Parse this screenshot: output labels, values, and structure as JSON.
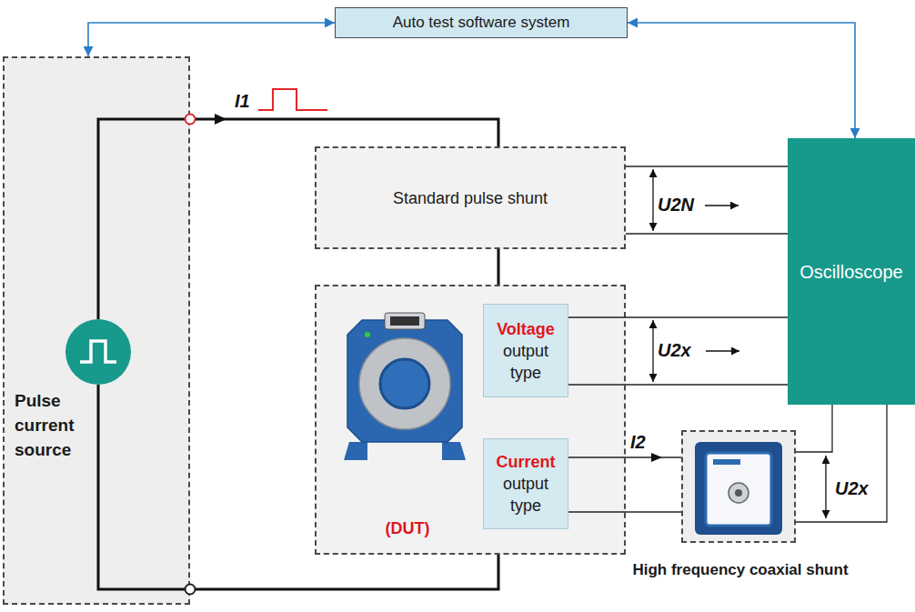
{
  "diagram": {
    "nodes": [
      {
        "text": [
          "Auto test software system"
        ]
      },
      {
        "text": [
          "Pulse current source"
        ]
      },
      {
        "text": [
          "Standard pulse shunt"
        ]
      },
      {
        "text": [
          "(DUT)"
        ]
      },
      {
        "text": [
          "Voltage",
          "output type"
        ],
        "in": 3
      },
      {
        "text": [
          "Current",
          "output type"
        ],
        "in": 3
      },
      {
        "text": [
          "Oscilloscope"
        ]
      },
      {
        "text": [
          "High frequency coaxial shunt"
        ]
      }
    ],
    "edges": [
      {
        "from": 0,
        "to": 1,
        "arrow": "both"
      },
      {
        "from": 0,
        "to": 6,
        "arrow": "both"
      },
      {
        "from": 1,
        "to": 2,
        "arrow": "none"
      },
      {
        "from": 2,
        "to": 3,
        "arrow": "none"
      },
      {
        "from": 3,
        "to": 1,
        "arrow": "none"
      },
      {
        "from": 2,
        "to": 6,
        "arrow": "none"
      },
      {
        "from": 2,
        "to": 6,
        "arrow": "none"
      },
      {
        "from": 4,
        "to": 6,
        "arrow": "none"
      },
      {
        "from": 4,
        "to": 6,
        "arrow": "none"
      },
      {
        "from": 5,
        "to": 7,
        "arrow": "none"
      },
      {
        "from": 5,
        "to": 7,
        "arrow": "none"
      },
      {
        "from": 7,
        "to": 6,
        "arrow": "none"
      },
      {
        "from": 7,
        "to": 6,
        "arrow": "none"
      }
    ],
    "labels": [
      "I1",
      "U2N",
      "U2x",
      "I2",
      "U2x"
    ]
  }
}
